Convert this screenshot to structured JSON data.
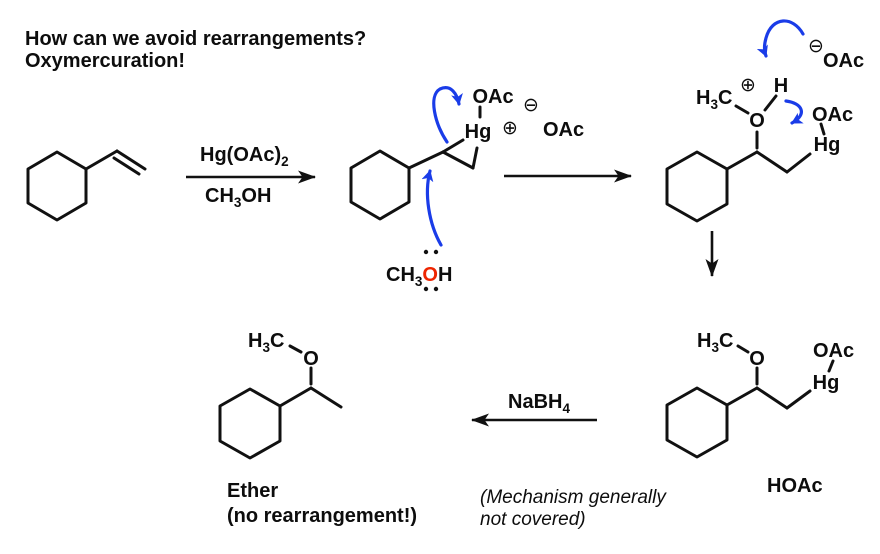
{
  "title": {
    "line1": "How can we avoid rearrangements?",
    "line2": "Oxymercuration!"
  },
  "colors": {
    "red": "#ee2500",
    "pink": "#ff33cc",
    "gray": "#9b9b9b",
    "blue": "#1a3ce8",
    "black": "#0d0d0d"
  },
  "arrow1": {
    "above_main": "Hg(OAc)",
    "above_sub": "2",
    "below_a": "CH",
    "below_sub": "3",
    "below_b": "OH"
  },
  "mercurinium": {
    "oac": "OAc",
    "hg": "Hg",
    "plus": "⊕",
    "minus": "⊖",
    "counterion": "OAc"
  },
  "methanol": {
    "a": "CH",
    "sub": "3",
    "o": "O",
    "b": "H"
  },
  "oxocarbenium": {
    "h3c_a": "H",
    "h3c_sub": "3",
    "h3c_b": "C",
    "plus": "⊕",
    "h": "H",
    "o": "O",
    "oac": "OAc",
    "hg": "Hg",
    "minus": "⊖",
    "acetate": "OAc"
  },
  "organomercury": {
    "h3c_a": "H",
    "h3c_sub": "3",
    "h3c_b": "C",
    "o": "O",
    "oac": "OAc",
    "hg": "Hg",
    "byproduct": "HOAc"
  },
  "nabh4": {
    "main": "NaBH",
    "sub": "4"
  },
  "product": {
    "h3c_a": "H",
    "h3c_sub": "3",
    "h3c_b": "C",
    "o": "O",
    "caption1": "Ether",
    "caption2": "(no rearrangement!)"
  },
  "note": {
    "line1": "(Mechanism generally",
    "line2": "not covered)"
  }
}
